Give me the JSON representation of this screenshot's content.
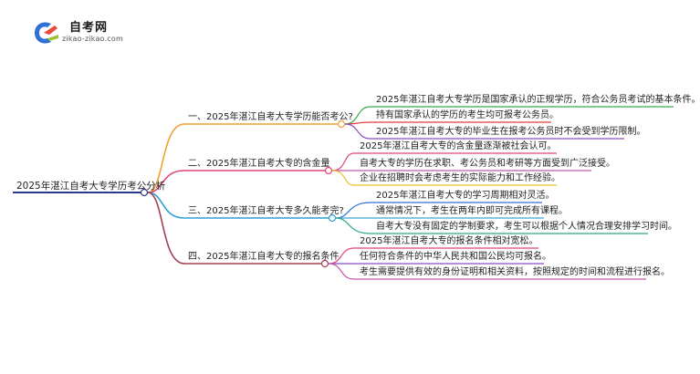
{
  "logo": {
    "title": "自考网",
    "url": "zikao-zikao.com"
  },
  "root": {
    "label": "2025年湛江自考大专学历考公分析"
  },
  "branches": [
    {
      "label": "一、2025年湛江自考大专学历能否考公?",
      "color": "#f0a030",
      "children": [
        "2025年湛江自考大专学历是国家承认的正规学历，符合公务员考试的基本条件。",
        "持有国家承认的学历的考生均可报考公务员。",
        "2025年湛江自考大专的毕业生在报考公务员时不会受到学历限制。"
      ],
      "child_colors": [
        "#3aa64a",
        "#e03c3c",
        "#8a4fc0"
      ]
    },
    {
      "label": "二、2025年湛江自考大专的含金量",
      "color": "#e0457b",
      "children": [
        "2025年湛江自考大专的含金量逐渐被社会认可。",
        "自考大专的学历在求职、考公务员和考研等方面受到广泛接受。",
        "企业在招聘时会考虑考生的实际能力和工作经验。"
      ],
      "child_colors": [
        "#e0457b",
        "#c05aa8",
        "#e6c229"
      ]
    },
    {
      "label": "三、2025年湛江自考大专多久能考完?",
      "color": "#2ea0d8",
      "children": [
        "2025年湛江自考大专的学习周期相对灵活。",
        "通常情况下，考生在两年内即可完成所有课程。",
        "自考大专没有固定的学制要求，考生可以根据个人情况合理安排学习时间。"
      ],
      "child_colors": [
        "#2e6fd8",
        "#3aa6d8",
        "#2aa88a"
      ]
    },
    {
      "label": "四、2025年湛江自考大专的报名条件",
      "color": "#a04050",
      "children": [
        "2025年湛江自考大专的报名条件相对宽松。",
        "任何符合条件的中华人民共和国公民均可报名。",
        "考生需要提供有效的身份证明和相关资料，按照规定的时间和流程进行报名。"
      ],
      "child_colors": [
        "#e0457b",
        "#8a4fc0",
        "#c05aa8"
      ]
    }
  ]
}
